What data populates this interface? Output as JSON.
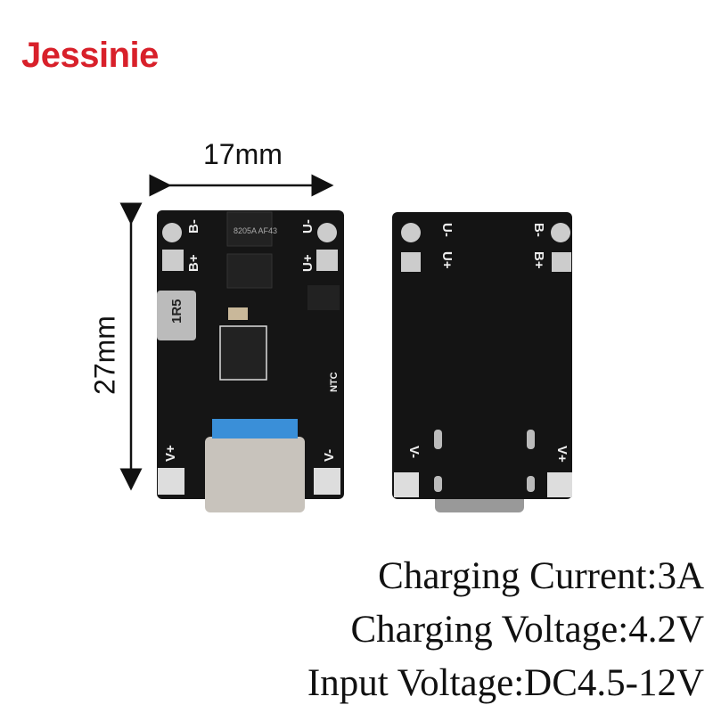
{
  "brand": {
    "logo": "Jessinie",
    "color": "#d8202a"
  },
  "dimensions": {
    "width": "17mm",
    "height": "27mm"
  },
  "specs": [
    "Charging Current:3A",
    "Charging Voltage:4.2V",
    "Input Voltage:DC4.5-12V"
  ],
  "board_front": {
    "labels": {
      "b_minus": "B-",
      "b_plus": "B+",
      "u_minus": "U-",
      "u_plus": "U+",
      "v_plus": "V+",
      "v_minus": "V-",
      "ntc": "NTC"
    },
    "mosfet_marking": "8205A AF43",
    "inductor_marking": "1R5"
  },
  "board_back": {
    "labels": {
      "u_minus": "U-",
      "u_plus": "U+",
      "b_minus": "B-",
      "b_plus": "B+",
      "v_minus": "V-",
      "v_plus": "V+"
    }
  }
}
